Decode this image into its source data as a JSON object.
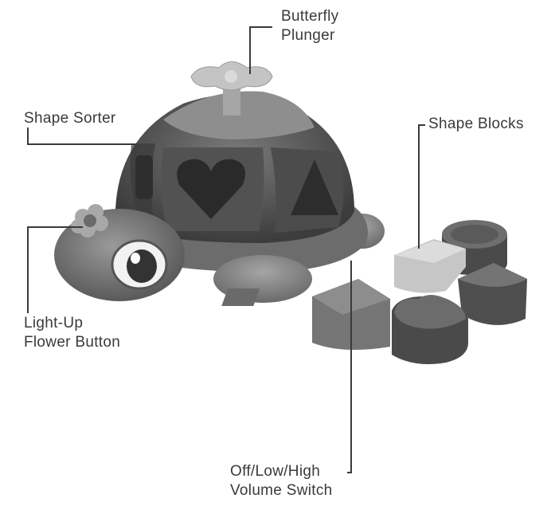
{
  "callouts": {
    "butterfly_plunger": [
      "Butterfly",
      "Plunger"
    ],
    "shape_sorter": [
      "Shape Sorter"
    ],
    "shape_blocks": [
      "Shape Blocks"
    ],
    "flower_button": [
      "Light-Up",
      "Flower Button"
    ],
    "volume_switch": [
      "Off/Low/High",
      "Volume Switch"
    ]
  },
  "colors": {
    "shell_dark": "#4a4a4a",
    "shell_mid": "#6b6b6b",
    "body_light": "#8a8a8a",
    "plunger": "#b9b9b9",
    "leader_line": "#3a3a3a"
  }
}
